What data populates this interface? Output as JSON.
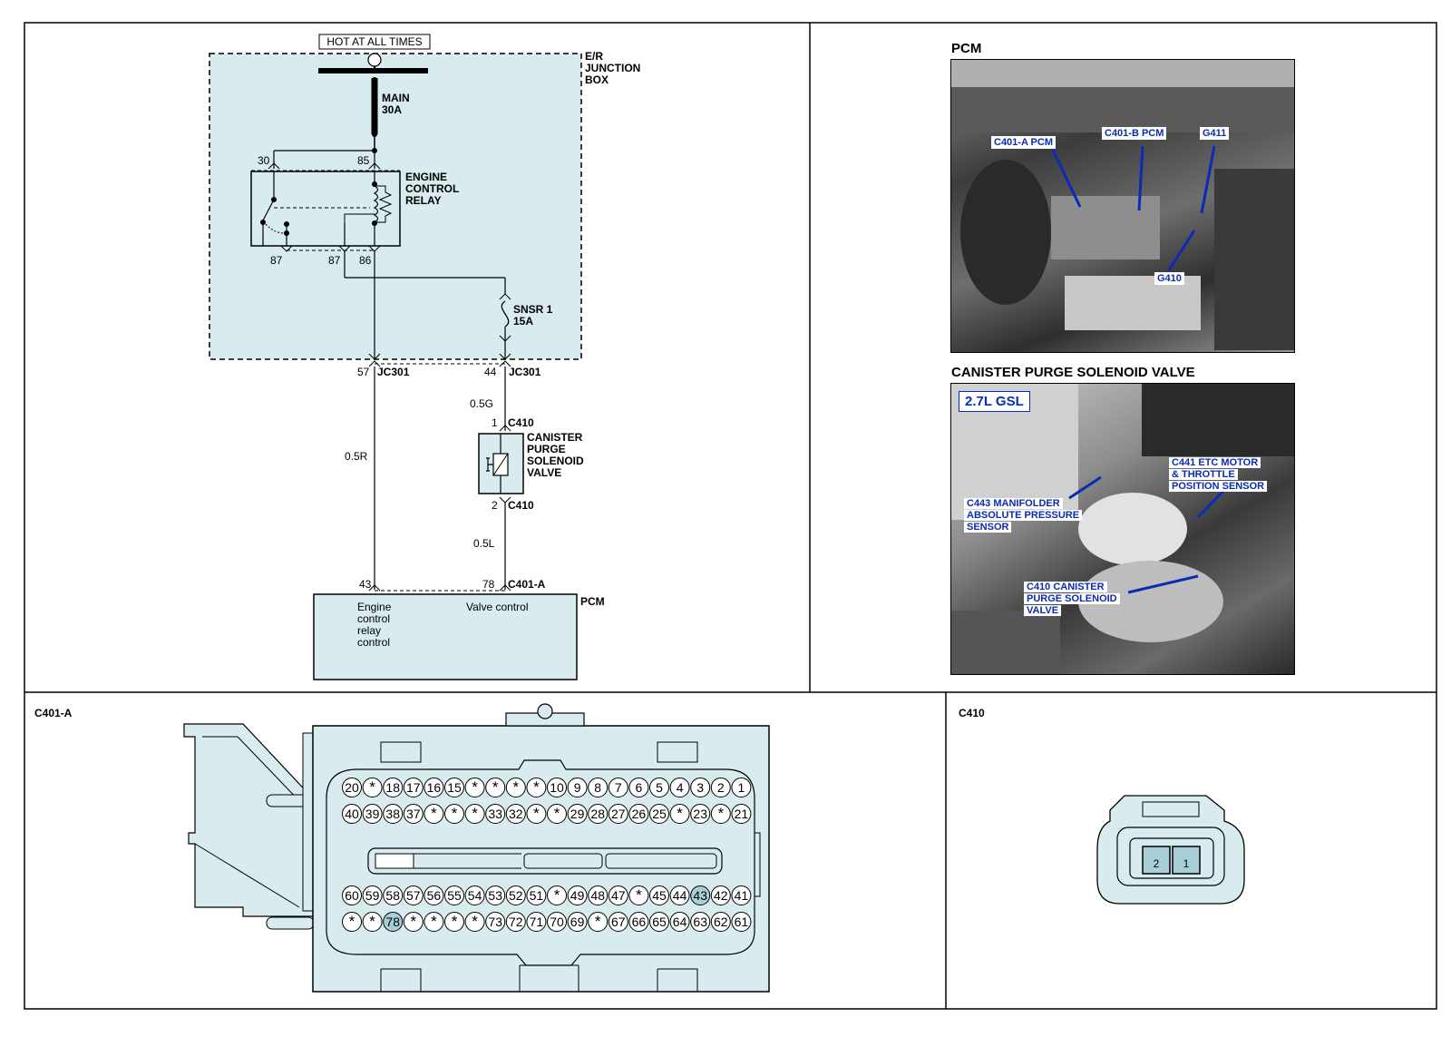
{
  "schematic": {
    "hot_label": "HOT AT ALL TIMES",
    "junction_box_label": [
      "E/R",
      "JUNCTION",
      "BOX"
    ],
    "main_fuse": [
      "MAIN",
      "30A"
    ],
    "relay_label": [
      "ENGINE",
      "CONTROL",
      "RELAY"
    ],
    "relay_pins": {
      "p30": "30",
      "p85": "85",
      "p87a": "87",
      "p87b": "87",
      "p86": "86"
    },
    "snsr_fuse": [
      "SNSR  1",
      "15A"
    ],
    "jc_left_pin": "57",
    "jc_left_name": "JC301",
    "jc_right_pin": "44",
    "jc_right_name": "JC301",
    "wire_05g": "0.5G",
    "c410_top_pin": "1",
    "c410_top_name": "C410",
    "valve_label": [
      "CANISTER",
      "PURGE",
      "SOLENOID",
      "VALVE"
    ],
    "c410_bot_pin": "2",
    "c410_bot_name": "C410",
    "wire_05r": "0.5R",
    "wire_05l": "0.5L",
    "pcm_pin_left": "43",
    "pcm_pin_right": "78",
    "pcm_conn_name": "C401-A",
    "pcm_name": "PCM",
    "pcm_left_text": [
      "Engine",
      "control",
      "relay",
      "control"
    ],
    "pcm_right_text": "Valve control"
  },
  "photos": {
    "pcm_title": "PCM",
    "pcm_callouts": {
      "c401a": "C401-A PCM",
      "c401b": "C401-B PCM",
      "g411": "G411",
      "g410": "G410"
    },
    "valve_title": "CANISTER PURGE SOLENOID VALVE",
    "engine_tag": "2.7L GSL",
    "valve_callouts": {
      "c443": [
        "C443 MANIFOLDER",
        "ABSOLUTE PRESSURE",
        "SENSOR"
      ],
      "c441": [
        "C441 ETC MOTOR",
        "& THROTTLE",
        "POSITION SENSOR"
      ],
      "c410": [
        "C410 CANISTER",
        "PURGE SOLENOID",
        "VALVE"
      ]
    }
  },
  "connector_c401a": {
    "title": "C401-A",
    "row1": [
      "20",
      "*",
      "18",
      "17",
      "16",
      "15",
      "*",
      "*",
      "*",
      "*",
      "10",
      "9",
      "8",
      "7",
      "6",
      "5",
      "4",
      "3",
      "2",
      "1"
    ],
    "row2": [
      "40",
      "39",
      "38",
      "37",
      "*",
      "*",
      "*",
      "33",
      "32",
      "*",
      "*",
      "29",
      "28",
      "27",
      "26",
      "25",
      "*",
      "23",
      "*",
      "21"
    ],
    "row3": [
      "60",
      "59",
      "58",
      "57",
      "56",
      "55",
      "54",
      "53",
      "52",
      "51",
      "*",
      "49",
      "48",
      "47",
      "*",
      "45",
      "44",
      "43",
      "42",
      "41"
    ],
    "row4": [
      "*",
      "*",
      "78",
      "*",
      "*",
      "*",
      "*",
      "73",
      "72",
      "71",
      "70",
      "69",
      "*",
      "67",
      "66",
      "65",
      "64",
      "63",
      "62",
      "61"
    ],
    "highlighted": [
      "43",
      "78"
    ],
    "highlight_color": "#a8cfd8"
  },
  "connector_c410": {
    "title": "C410",
    "pins": [
      "2",
      "1"
    ],
    "pin_color": "#a8cfd8"
  },
  "colors": {
    "junction_fill": "#d8ecef",
    "pcm_fill": "#d8ecef",
    "connector_fill": "#d8ecef",
    "callout_text": "#0a2bb5"
  }
}
